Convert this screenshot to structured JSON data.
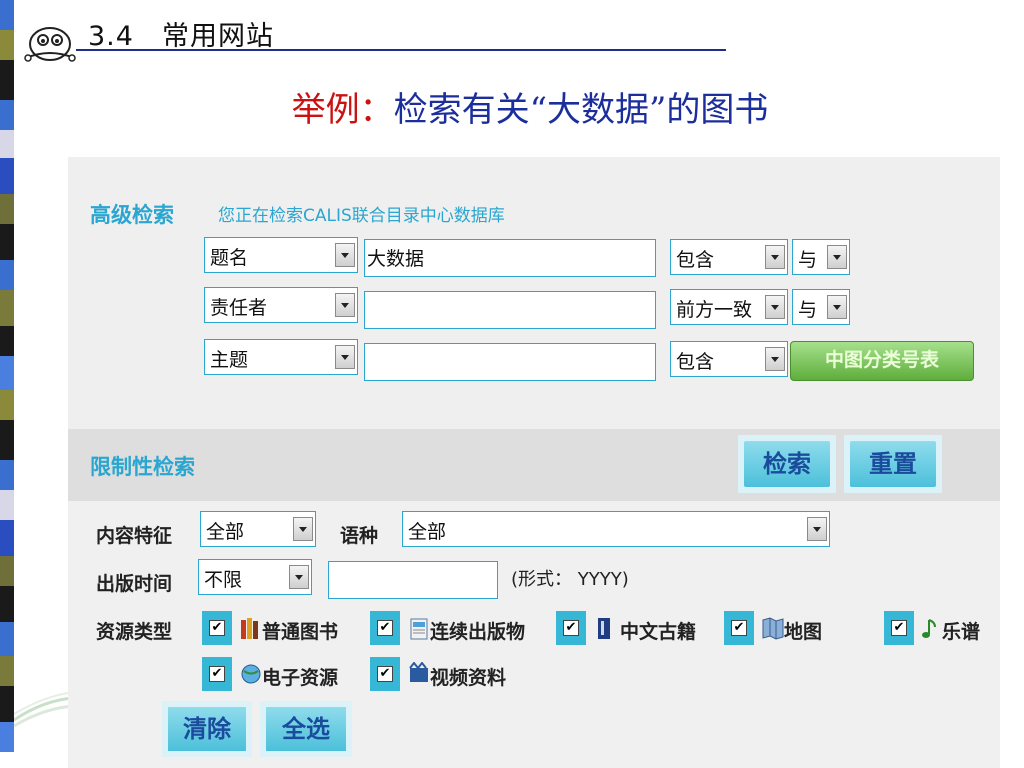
{
  "slide": {
    "heading": "3.4　常用网站",
    "title_example": "举例：",
    "title_rest": "检索有关“大数据”的图书"
  },
  "advanced": {
    "title": "高级检索",
    "note": "您正在检索CALIS联合目录中心数据库",
    "rows": [
      {
        "field": "题名",
        "value": "大数据",
        "match": "包含",
        "logic": "与"
      },
      {
        "field": "责任者",
        "value": "",
        "match": "前方一致",
        "logic": "与"
      },
      {
        "field": "主题",
        "value": "",
        "match": "包含"
      }
    ],
    "classification_button": "中图分类号表"
  },
  "limit": {
    "title": "限制性检索",
    "search_button": "检索",
    "reset_button": "重置",
    "content_label": "内容特征",
    "content_value": "全部",
    "language_label": "语种",
    "language_value": "全部",
    "pubtime_label": "出版时间",
    "pubtime_value": "不限",
    "pubtime_input": "",
    "format_hint": "(形式： YYYY)",
    "resource_label": "资源类型",
    "resources": [
      "普通图书",
      "连续出版物",
      "中文古籍",
      "地图",
      "乐谱",
      "电子资源",
      "视频资料"
    ],
    "clear_button": "清除",
    "select_all_button": "全选"
  },
  "colors": {
    "accent": "#2aa6d0",
    "title_red": "#cc1111",
    "title_blue": "#1c2d9c",
    "checkbox_bg": "#36b7d6"
  }
}
